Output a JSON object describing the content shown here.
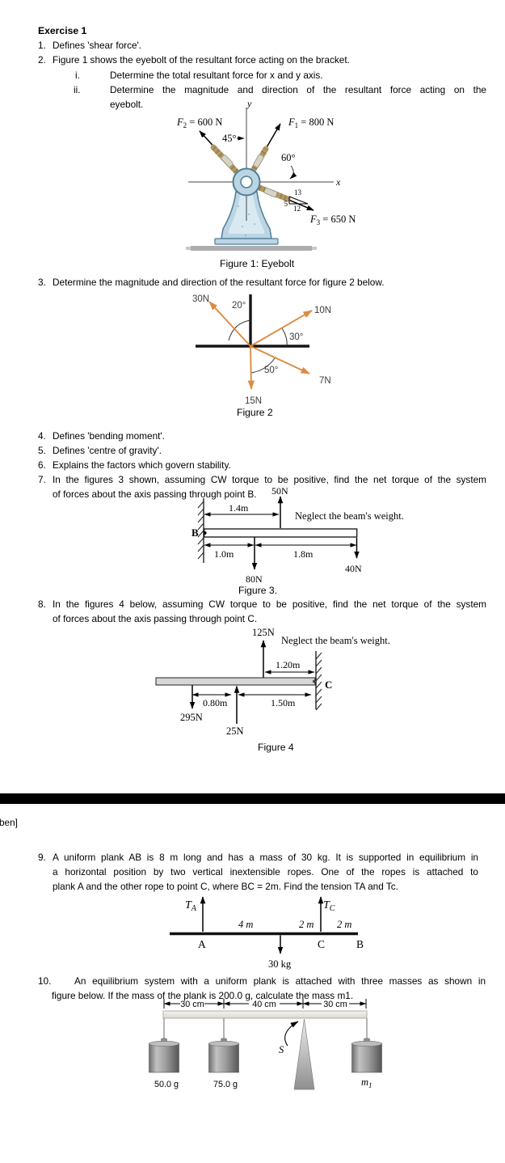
{
  "colors": {
    "accent_orange": "#dd8b41",
    "eyebolt_blue": "#bcd5e3",
    "eyebolt_blue_light": "#d9e9f2",
    "rope_tan": "#b39a63",
    "beam_gray": "#d6d6d6",
    "separator_black": "#000000"
  },
  "text": {
    "title": "Exercise 1",
    "q1_num": "1.",
    "q1": "Defines 'shear force'.",
    "q2_num": "2.",
    "q2": "Figure 1 shows the eyebolt of the resultant force acting on the bracket.",
    "q2i_num": "i.",
    "q2i": "Determine the total resultant force for x and y axis.",
    "q2ii_num": "ii.",
    "q2ii_l1": "Determine the magnitude and direction of the resultant force acting on the",
    "q2ii_l2": "eyebolt.",
    "q3_num": "3.",
    "q3": "Determine the magnitude and direction of the resultant force for figure 2 below.",
    "q4_num": "4.",
    "q4": "Defines 'bending moment'.",
    "q5_num": "5.",
    "q5": "Defines 'centre of gravity'.",
    "q6_num": "6.",
    "q6": "Explains the factors which govern stability.",
    "q7_num": "7.",
    "q7_l1": "In the figures 3 shown, assuming CW torque to be positive, find the net torque of the system",
    "q7_l2": "of forces about the axis passing through point B.",
    "q8_num": "8.",
    "q8_l1": "In the figures 4 below, assuming CW torque to be positive, find the net torque of the system",
    "q8_l2": "of forces about the axis passing through point C.",
    "q9_num": "9.",
    "q9_l1": "A uniform plank AB is 8 m long and has a mass of 30 kg. It is supported in equilibrium in",
    "q9_l2": "a horizontal position by two vertical inextensible ropes. One of the ropes is attached to",
    "q9_l3": "plank A and the other rope to point C, where BC = 2m. Find the tension TA and Tc.",
    "q10_num": "10.",
    "q10_l1": "An equilibrium system with a uniform plank is attached with three masses as shown in",
    "q10_l2": "figure below. If the mass of the plank is 200.0 g, calculate the mass m1.",
    "partial_left": "ben]"
  },
  "fig1": {
    "caption": "Figure 1: Eyebolt",
    "axis_y": "y",
    "axis_x": "x",
    "f1": {
      "f": "F",
      "sub": "1",
      "rest": " = 800 N"
    },
    "f2": {
      "f": "F",
      "sub": "2",
      "rest": " = 600 N"
    },
    "f3": {
      "f": "F",
      "sub": "3",
      "rest": " = 650 N"
    },
    "a45": "45°",
    "a60": "60°",
    "s13": "13",
    "s5": "5",
    "s12": "12"
  },
  "fig2": {
    "caption": "Figure 2",
    "f30": "30N",
    "f10": "10N",
    "f7": "7N",
    "f15": "15N",
    "a20": "20°",
    "a30": "30°",
    "a50": "50°"
  },
  "fig3": {
    "caption": "Figure 3.",
    "note": "Neglect the beam's weight.",
    "f50": "50N",
    "f80": "80N",
    "f40": "40N",
    "d14": "1.4m",
    "d10": "1.0m",
    "d18": "1.8m",
    "pointB": "B"
  },
  "fig4": {
    "caption": "Figure 4",
    "note": "Neglect the beam's weight.",
    "f125": "125N",
    "f295": "295N",
    "f25": "25N",
    "d120": "1.20m",
    "d080": "0.80m",
    "d150": "1.50m",
    "pointC": "C"
  },
  "fig9": {
    "ta": {
      "t": "T",
      "sub": "A"
    },
    "tc": {
      "t": "T",
      "sub": "C"
    },
    "d4": "4 m",
    "d2a": "2 m",
    "d2b": "2 m",
    "pA": "A",
    "pC": "C",
    "pB": "B",
    "mass": "30 kg"
  },
  "fig10": {
    "d30a": "30 cm",
    "d40": "40 cm",
    "d30b": "30 cm",
    "s": "S",
    "m50": "50.0 g",
    "m75": "75.0 g",
    "m1": {
      "m": "m",
      "sub": "1"
    }
  }
}
